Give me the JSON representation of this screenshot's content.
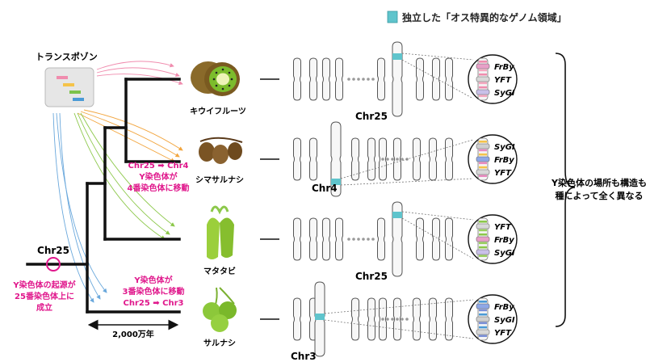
{
  "legend": {
    "label": "独立した「オス特異的なゲノム領域」",
    "color": "#5fc4cc"
  },
  "transposon": {
    "title": "トランスポゾン",
    "bar_colors": [
      "#f08cae",
      "#f5c34a",
      "#7cc24a",
      "#4a9ad6"
    ]
  },
  "tree": {
    "root_chr": "Chr25",
    "origin": [
      "Y染色体の起源が",
      "25番染色体上に",
      "成立"
    ],
    "move_chr4": [
      "Chr25 ➡ Chr4",
      "Y染色体が",
      "4番染色体に移動"
    ],
    "move_chr3": [
      "Y染色体が",
      "3番染色体に移動",
      "Chr25 ➡ Chr3"
    ],
    "time_scale": "2,000万年",
    "accent": "#e0188c"
  },
  "species": [
    {
      "name": "キウイフルーツ",
      "chr": "Chr25",
      "genes": [
        "FrBy",
        "YFT",
        "SyGI"
      ]
    },
    {
      "name": "シマサルナシ",
      "chr": "Chr4",
      "genes": [
        "SyGI",
        "FrBy",
        "YFT"
      ]
    },
    {
      "name": "マタタビ",
      "chr": "Chr25",
      "genes": [
        "YFT",
        "FrBy",
        "SyGI"
      ]
    },
    {
      "name": "サルナシ",
      "chr": "Chr3",
      "genes": [
        "FrBy",
        "SyGI",
        "YFT"
      ]
    }
  ],
  "conclusion": [
    "Y染色体の場所も構造も",
    "種によって全く異なる"
  ]
}
